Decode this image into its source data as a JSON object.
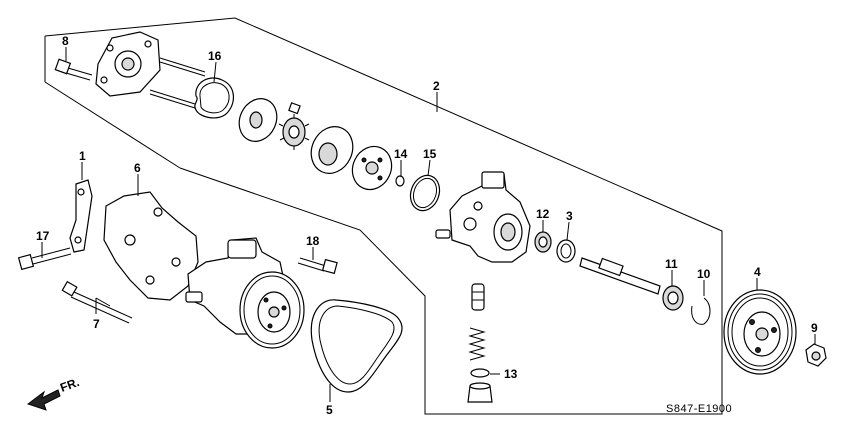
{
  "diagram": {
    "code": "S847-E1900",
    "direction_label": "FR.",
    "callouts": [
      "1",
      "2",
      "3",
      "4",
      "5",
      "6",
      "7",
      "8",
      "9",
      "10",
      "11",
      "12",
      "13",
      "14",
      "15",
      "16",
      "17",
      "18"
    ]
  }
}
